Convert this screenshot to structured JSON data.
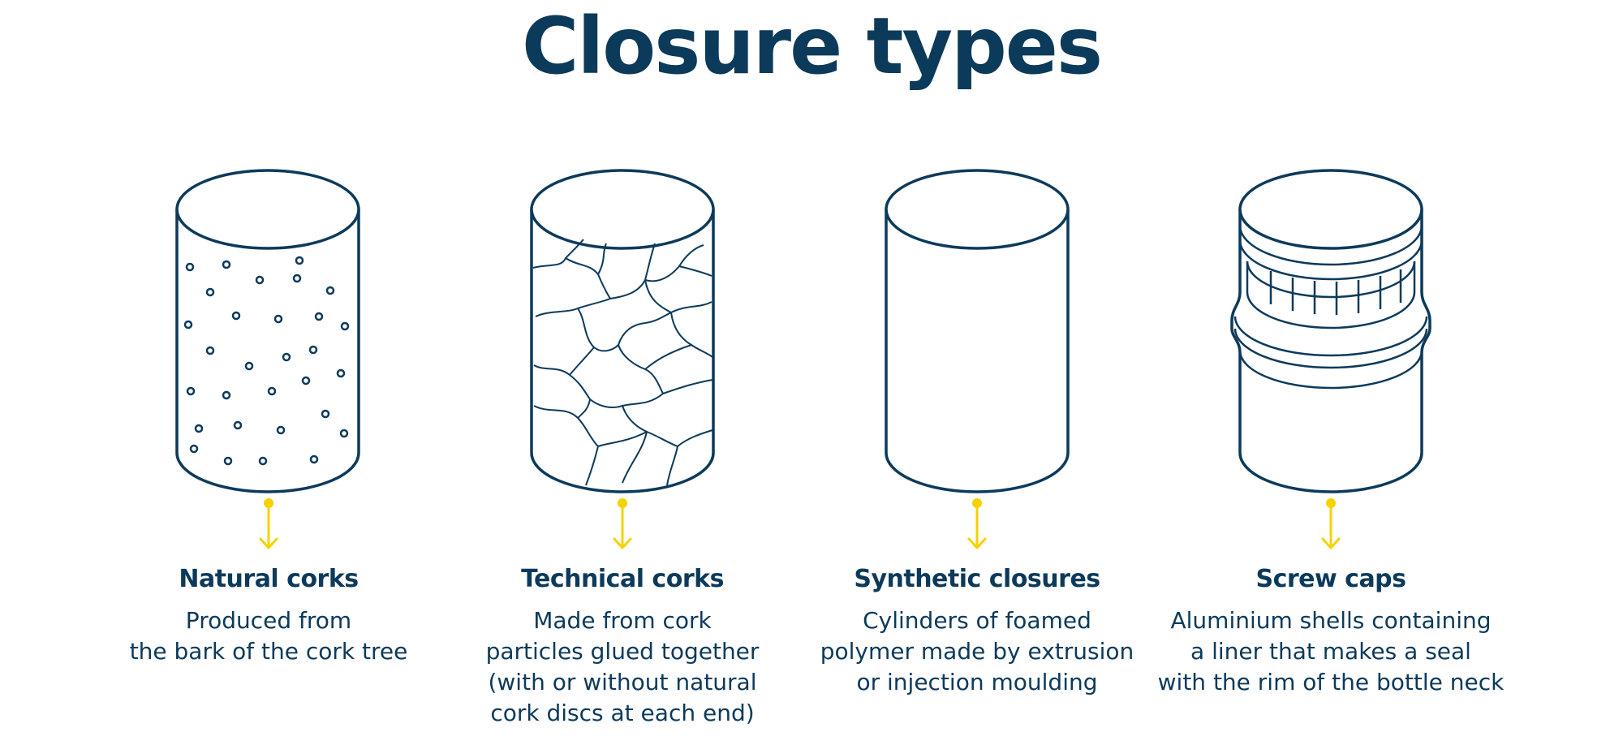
{
  "title": "Closure types",
  "colors": {
    "primary": "#0c3a5b",
    "accent": "#f5d200",
    "background": "#ffffff"
  },
  "items": [
    {
      "name": "Natural corks",
      "illustration": "natural-cork-icon",
      "description": [
        "Produced from",
        "the bark of the cork tree"
      ]
    },
    {
      "name": "Technical corks",
      "illustration": "technical-cork-icon",
      "description": [
        "Made from cork",
        "particles glued together",
        "(with or without natural",
        "cork discs at each end)"
      ]
    },
    {
      "name": "Synthetic closures",
      "illustration": "synthetic-closure-icon",
      "description": [
        "Cylinders of foamed",
        "polymer made by extrusion",
        "or injection moulding"
      ]
    },
    {
      "name": "Screw caps",
      "illustration": "screw-cap-icon",
      "description": [
        "Aluminium shells containing",
        "a liner that makes a seal",
        "with the rim of the bottle neck"
      ]
    }
  ]
}
